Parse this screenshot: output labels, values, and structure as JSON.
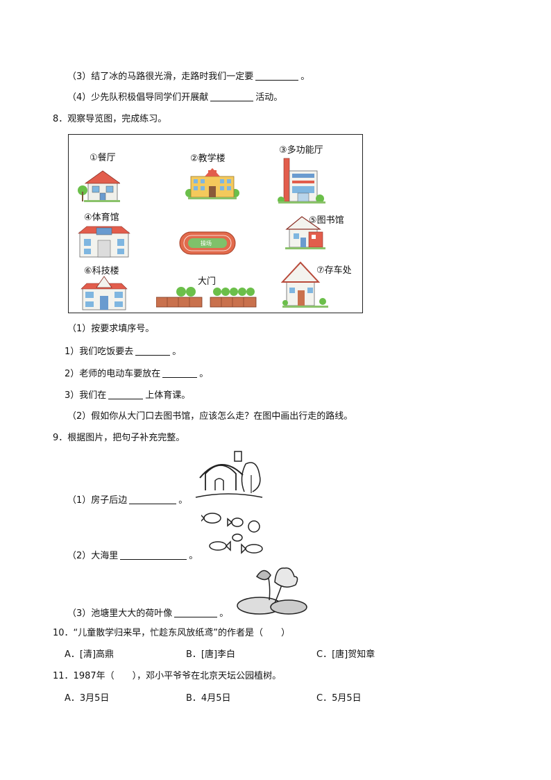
{
  "q7": {
    "item3": {
      "text": "（3）结了冰的马路很光滑，走路时我们一定要",
      "end": "。"
    },
    "item4": {
      "text": "（4）少先队积极倡导同学们开展献",
      "end": "活动。"
    }
  },
  "q8": {
    "title": "8．观察导览图，完成练习。",
    "map": {
      "canteen": "①餐厅",
      "teaching": "②教学楼",
      "multi": "③多功能厅",
      "gym": "④体育馆",
      "library": "⑤图书馆",
      "playground": "操场",
      "science": "⑥科技楼",
      "gate": "大门",
      "parking": "⑦存车处"
    },
    "sub1": "（1）按要求填序号。",
    "s1": {
      "text": "1）我们吃饭要去",
      "end": "。"
    },
    "s2": {
      "text": "2）老师的电动车要放在",
      "end": "。"
    },
    "s3": {
      "text": "3）我们在",
      "end": "上体育课。"
    },
    "sub2": "（2）假如你从大门口去图书馆，应该怎么走？在图中画出行走的路线。"
  },
  "q9": {
    "title": "9．根据图片，把句子补充完整。",
    "a": {
      "text": "（1）房子后边",
      "end": "。"
    },
    "b": {
      "text": "（2）大海里",
      "end": "。"
    },
    "c": {
      "text": "（3）池塘里大大的荷叶像",
      "end": "。"
    }
  },
  "q10": {
    "title": "10．“儿童散学归来早，忙趁东风放纸鸢”的作者是（　　）",
    "options": [
      "A．[清]高鼎",
      "B．[唐]李白",
      "C．[唐]贺知章"
    ]
  },
  "q11": {
    "title": "11．1987年（　　），邓小平爷爷在北京天坛公园植树。",
    "options": [
      "A．3月5日",
      "B．4月5日",
      "C．5月5日"
    ]
  }
}
